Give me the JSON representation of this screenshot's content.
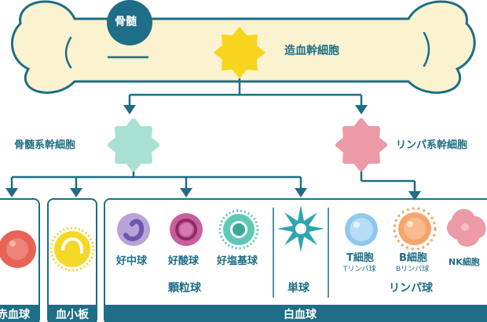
{
  "top": {
    "marrow_label": "骨髄",
    "stem_cell_label": "造血幹細胞"
  },
  "branches": {
    "myeloid_label": "骨髄系幹細胞",
    "lymphoid_label": "リンパ系幹細胞"
  },
  "cells": {
    "red_cell": "赤血球",
    "platelet": "血小板",
    "neutrophil": "好中球",
    "eosinophil": "好酸球",
    "basophil": "好塩基球",
    "granulocyte_group": "顆粒球",
    "monocyte": "単球",
    "t_cell": "T細胞",
    "t_cell_sub": "Tリンパ球",
    "b_cell": "B細胞",
    "b_cell_sub": "Bリンパ球",
    "nk_cell": "NK細胞",
    "lymphocyte_group": "リンパ球",
    "white_cell_group": "白血球"
  },
  "colors": {
    "teal": "#1d6e86",
    "bone": "#fbf2d0",
    "stem": "#f7d51d",
    "myeloid": "#a8e0d3",
    "lymphoid": "#eb9aa6",
    "red_cell": "#e86355",
    "platelet": "#f5d726",
    "neutrophil": "#b8a4d6",
    "eosinophil": "#c95f9d",
    "basophil": "#5fc9b8",
    "monocyte": "#2ea6b0",
    "t_cell": "#8fc7ef",
    "b_cell": "#f5a56c",
    "nk_cell": "#eb9aa6"
  }
}
